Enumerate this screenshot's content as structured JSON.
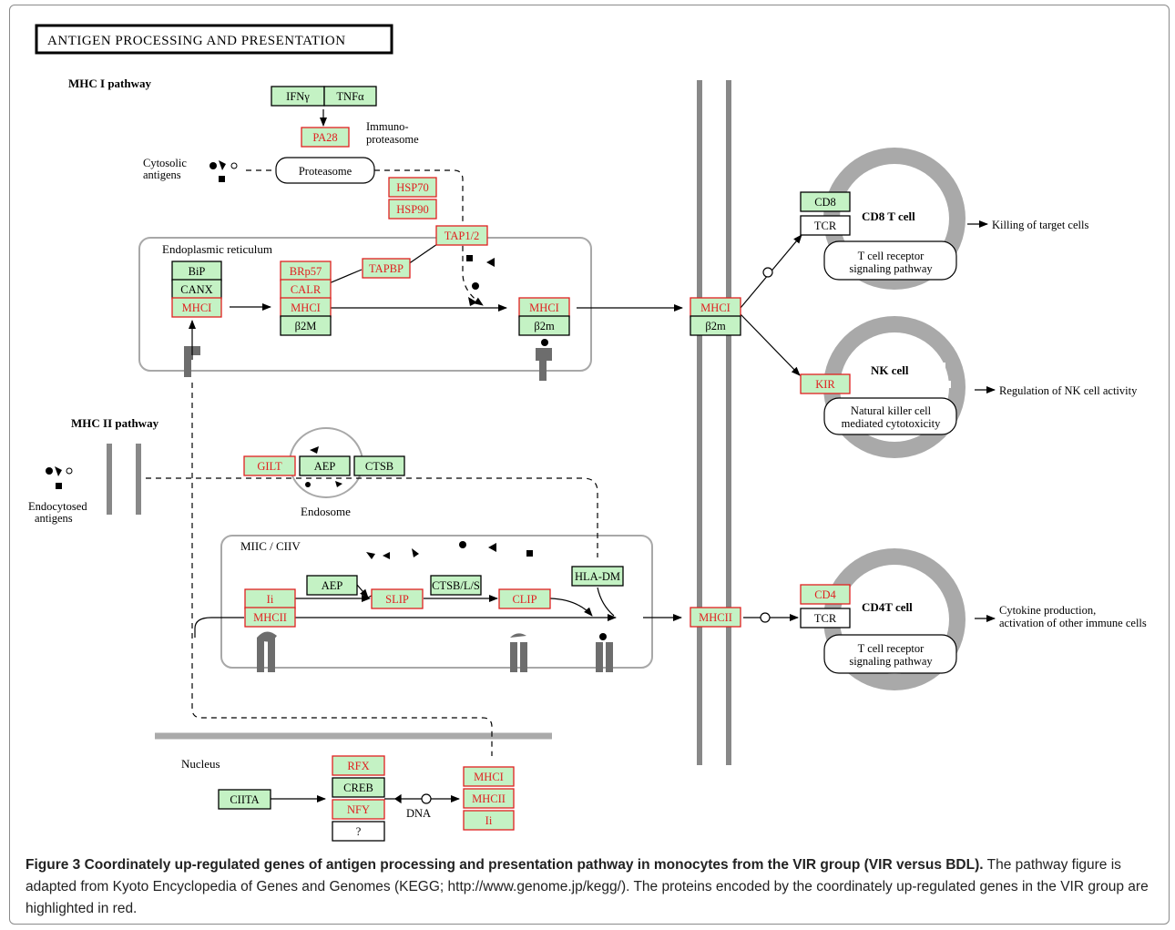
{
  "diagram": {
    "title": "ANTIGEN PROCESSING AND PRESENTATION",
    "colors": {
      "highlight_border": "#e02020",
      "normal_border": "#000000",
      "gene_fill": "#c4f2c4",
      "compartment_border": "#a8a8a8",
      "membrane": "#888888",
      "cell_gray": "#a9a9a9"
    },
    "labels": {
      "mhc1_pathway": "MHC I pathway",
      "mhc2_pathway": "MHC II pathway",
      "immunoproteasome_1": "Immuno-",
      "immunoproteasome_2": "proteasome",
      "cytosolic_1": "Cytosolic",
      "cytosolic_2": "antigens",
      "proteasome": "Proteasome",
      "er": "Endoplasmic reticulum",
      "endocytosed_1": "Endocytosed",
      "endocytosed_2": "antigens",
      "endosome": "Endosome",
      "miic": "MIIC / CIIV",
      "nucleus": "Nucleus",
      "dna": "DNA",
      "cd8_cell": "CD8 T cell",
      "nk_cell": "NK cell",
      "cd4_cell": "CD4T cell",
      "tcr_path_1": "T cell receptor",
      "tcr_path_2": "signaling pathway",
      "nk_path_1": "Natural killer cell",
      "nk_path_2": "mediated cytotoxicity",
      "tcr2_path_1": "T cell receptor",
      "tcr2_path_2": "signaling pathway",
      "out_killing": "Killing of target cells",
      "out_nk": "Regulation of NK cell activity",
      "out_cytokine_1": "Cytokine production,",
      "out_cytokine_2": "activation of other immune cells"
    },
    "genes": {
      "ifng": {
        "label": "IFNγ",
        "highlighted": false
      },
      "tnfa": {
        "label": "TNFα",
        "highlighted": false
      },
      "pa28": {
        "label": "PA28",
        "highlighted": true
      },
      "hsp70": {
        "label": "HSP70",
        "highlighted": true
      },
      "hsp90": {
        "label": "HSP90",
        "highlighted": true
      },
      "tap": {
        "label": "TAP1/2",
        "highlighted": true
      },
      "tapbp": {
        "label": "TAPBP",
        "highlighted": true
      },
      "bip": {
        "label": "BiP",
        "highlighted": false
      },
      "canx": {
        "label": "CANX",
        "highlighted": false
      },
      "mhci_er": {
        "label": "MHCI",
        "highlighted": true
      },
      "brp57": {
        "label": "BRp57",
        "highlighted": true
      },
      "calr": {
        "label": "CALR",
        "highlighted": true
      },
      "mhci_er2": {
        "label": "MHCI",
        "highlighted": true
      },
      "b2m_er": {
        "label": "β2M",
        "highlighted": false
      },
      "mhci_er3": {
        "label": "MHCI",
        "highlighted": true
      },
      "b2m_er3": {
        "label": "β2m",
        "highlighted": false
      },
      "mhci_mem": {
        "label": "MHCI",
        "highlighted": true
      },
      "b2m_mem": {
        "label": "β2m",
        "highlighted": false
      },
      "cd8": {
        "label": "CD8",
        "highlighted": false
      },
      "tcr1": {
        "label": "TCR",
        "highlighted": false
      },
      "kir": {
        "label": "KIR",
        "highlighted": true
      },
      "gilt": {
        "label": "GILT",
        "highlighted": true
      },
      "aep_endo": {
        "label": "AEP",
        "highlighted": false
      },
      "ctsb": {
        "label": "CTSB",
        "highlighted": false
      },
      "ii": {
        "label": "Ii",
        "highlighted": true
      },
      "mhcii_miic": {
        "label": "MHCII",
        "highlighted": true
      },
      "aep_miic": {
        "label": "AEP",
        "highlighted": false
      },
      "slip": {
        "label": "SLIP",
        "highlighted": true
      },
      "ctsbls": {
        "label": "CTSB/L/S",
        "highlighted": false
      },
      "clip": {
        "label": "CLIP",
        "highlighted": true
      },
      "hladm": {
        "label": "HLA-DM",
        "highlighted": false
      },
      "mhcii_mem": {
        "label": "MHCII",
        "highlighted": true
      },
      "cd4": {
        "label": "CD4",
        "highlighted": true
      },
      "tcr2": {
        "label": "TCR",
        "highlighted": false
      },
      "ciita": {
        "label": "CIITA",
        "highlighted": false
      },
      "rfx": {
        "label": "RFX",
        "highlighted": true
      },
      "creb": {
        "label": "CREB",
        "highlighted": false
      },
      "nfy": {
        "label": "NFY",
        "highlighted": true
      },
      "unknown": {
        "label": "?",
        "highlighted": false
      },
      "mhci_nuc": {
        "label": "MHCI",
        "highlighted": true
      },
      "mhcii_nuc": {
        "label": "MHCII",
        "highlighted": true
      },
      "ii_nuc": {
        "label": "Ii",
        "highlighted": true
      }
    }
  },
  "caption": {
    "bold": "Figure 3 Coordinately up-regulated genes of antigen processing and presentation pathway in monocytes from the VIR group (VIR versus BDL).",
    "text": " The pathway figure is adapted from Kyoto Encyclopedia of Genes and Genomes (KEGG; http://www.genome.jp/kegg/). The proteins encoded by the coordinately up-regulated genes in the VIR group are highlighted in red."
  }
}
